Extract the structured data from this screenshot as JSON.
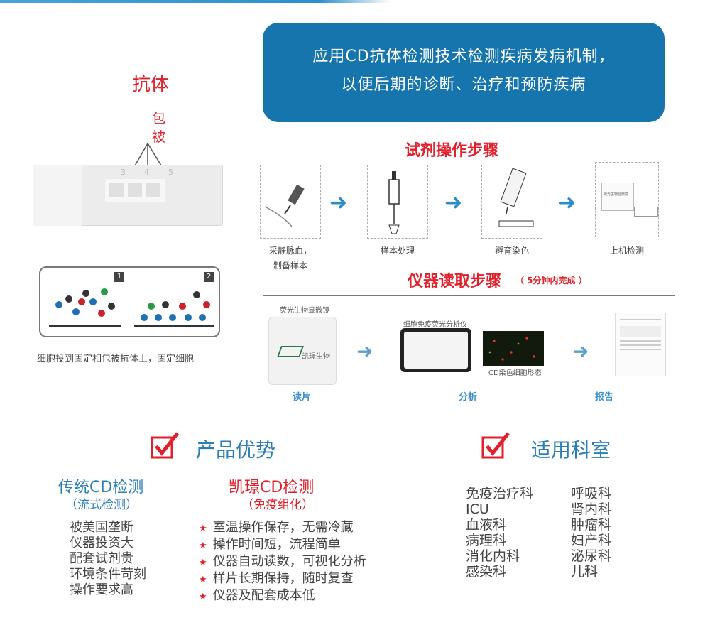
{
  "banner": {
    "line1": "应用CD抗体检测技术检测疾病发病机制，",
    "line2": "以便后期的诊断、治疗和预防疾病"
  },
  "antibody": {
    "label": "抗体",
    "coat_1": "包",
    "coat_2": "被",
    "well_numbers": [
      "3",
      "4",
      "5"
    ]
  },
  "cell_caption": "细胞投到固定相包被抗体上，固定细胞",
  "cell_panels": [
    "1",
    "2"
  ],
  "reagent": {
    "title": "试剂操作步骤",
    "steps": [
      {
        "label_1": "采静脉血，",
        "label_2": "制备样本"
      },
      {
        "label_1": "样本处理",
        "label_2": ""
      },
      {
        "label_1": "孵育染色",
        "label_2": ""
      },
      {
        "label_1": "上机检测",
        "label_2": ""
      }
    ],
    "screen_text": "荧光生物显微镜"
  },
  "instrument": {
    "title": "仪器读取步骤",
    "subtitle": "（ 5分钟内完成 ）",
    "microscope_label": "荧光生物显微镜",
    "microscope_brand": "凯璟生物",
    "analyzer_label": "细胞免疫荧光分析仪",
    "stain_label": "CD染色细胞形态",
    "steps": [
      "读片",
      "分析",
      "报告"
    ]
  },
  "advantages": {
    "title": "产品优势",
    "traditional_title": "传统CD检测",
    "traditional_sub": "（流式检测）",
    "traditional_items": [
      "被美国垄断",
      "仪器投资大",
      "配套试剂贵",
      "环境条件苛刻",
      "操作要求高"
    ],
    "kaijing_title": "凯璟CD检测",
    "kaijing_sub": "（免疫组化）",
    "kaijing_items": [
      "室温操作保存，无需冷藏",
      "操作时间短，流程简单",
      "仪器自动读数，可视化分析",
      "样片长期保持，随时复查",
      "仪器及配套成本低"
    ]
  },
  "departments": {
    "title": "适用科室",
    "col1": [
      "免疫治疗科",
      "ICU",
      "血液科",
      "病理科",
      "消化内科",
      "感染科"
    ],
    "col2": [
      "呼吸科",
      "肾内科",
      "肿瘤科",
      "妇产科",
      "泌尿科",
      "儿科"
    ]
  },
  "colors": {
    "accent_blue": "#1775ad",
    "accent_red": "#e2202b",
    "text_blue": "#2b7fb9",
    "arrow_blue": "#2b8cc8"
  }
}
